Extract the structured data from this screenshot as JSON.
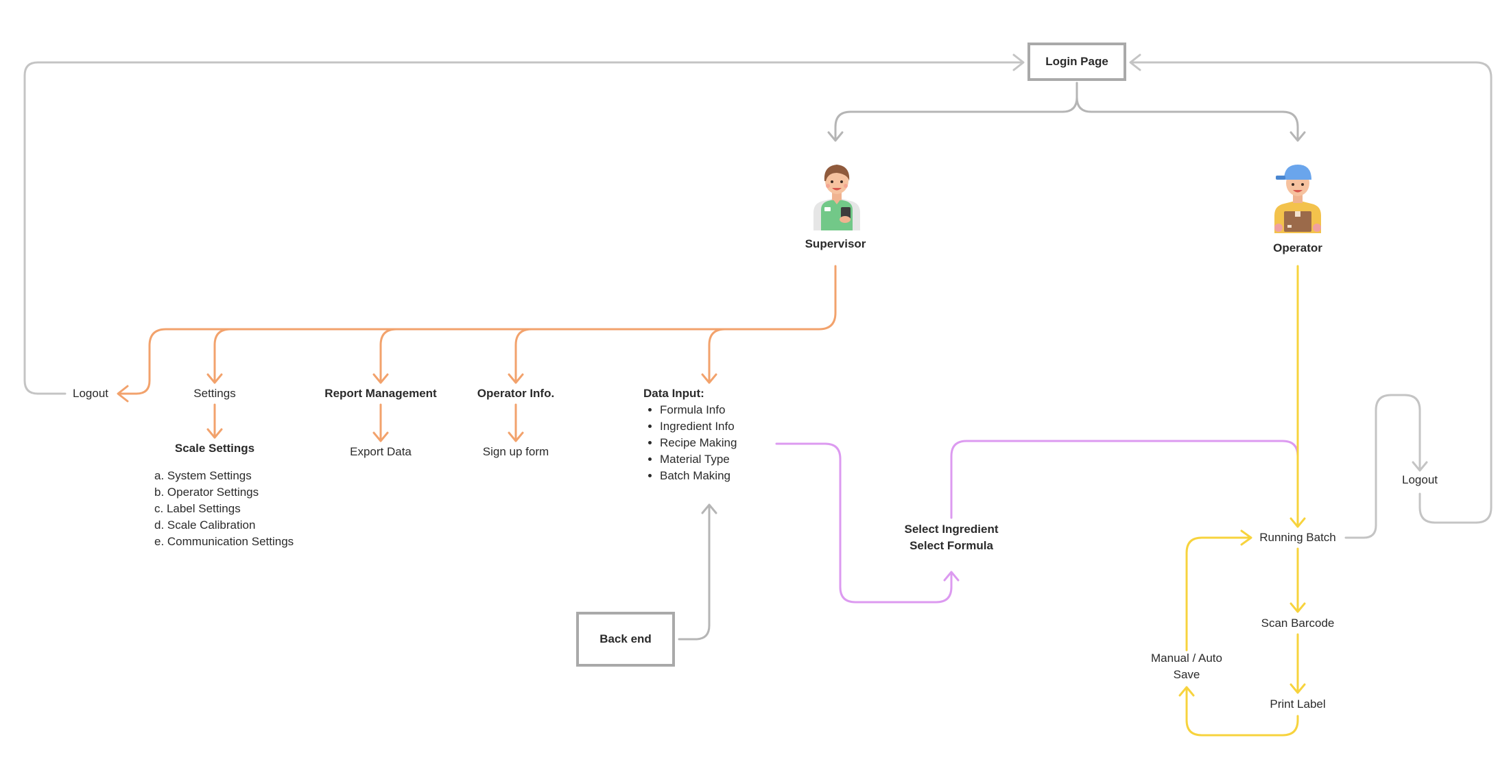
{
  "nodes": {
    "login_page": "Login Page",
    "supervisor": "Supervisor",
    "operator": "Operator",
    "logout_left": "Logout",
    "settings": "Settings",
    "report_management": "Report Management",
    "operator_info": "Operator Info.",
    "data_input": "Data Input:",
    "scale_settings": "Scale Settings",
    "export_data": "Export Data",
    "sign_up_form": "Sign up form",
    "back_end": "Back end",
    "select_ingredient": "Select Ingredient",
    "select_formula": "Select Formula",
    "running_batch": "Running Batch",
    "logout_right": "Logout",
    "scan_barcode": "Scan Barcode",
    "print_label": "Print Label",
    "manual_auto": "Manual / Auto",
    "save": "Save"
  },
  "data_input_items": [
    "Formula Info",
    "Ingredient Info",
    "Recipe Making",
    "Material Type",
    "Batch Making"
  ],
  "scale_settings_items": [
    "a. System Settings",
    "b. Operator Settings",
    "c. Label Settings",
    "d. Scale Calibration",
    "e. Communication Settings"
  ],
  "colors": {
    "gray_line": "#c4c4c4",
    "orange_line": "#f2a26c",
    "purple_line": "#dc9af0",
    "yellow_line": "#f7d33d",
    "box_border": "#a9a9a9"
  },
  "icons": {
    "supervisor": "supervisor-avatar-icon",
    "operator": "operator-avatar-icon"
  }
}
